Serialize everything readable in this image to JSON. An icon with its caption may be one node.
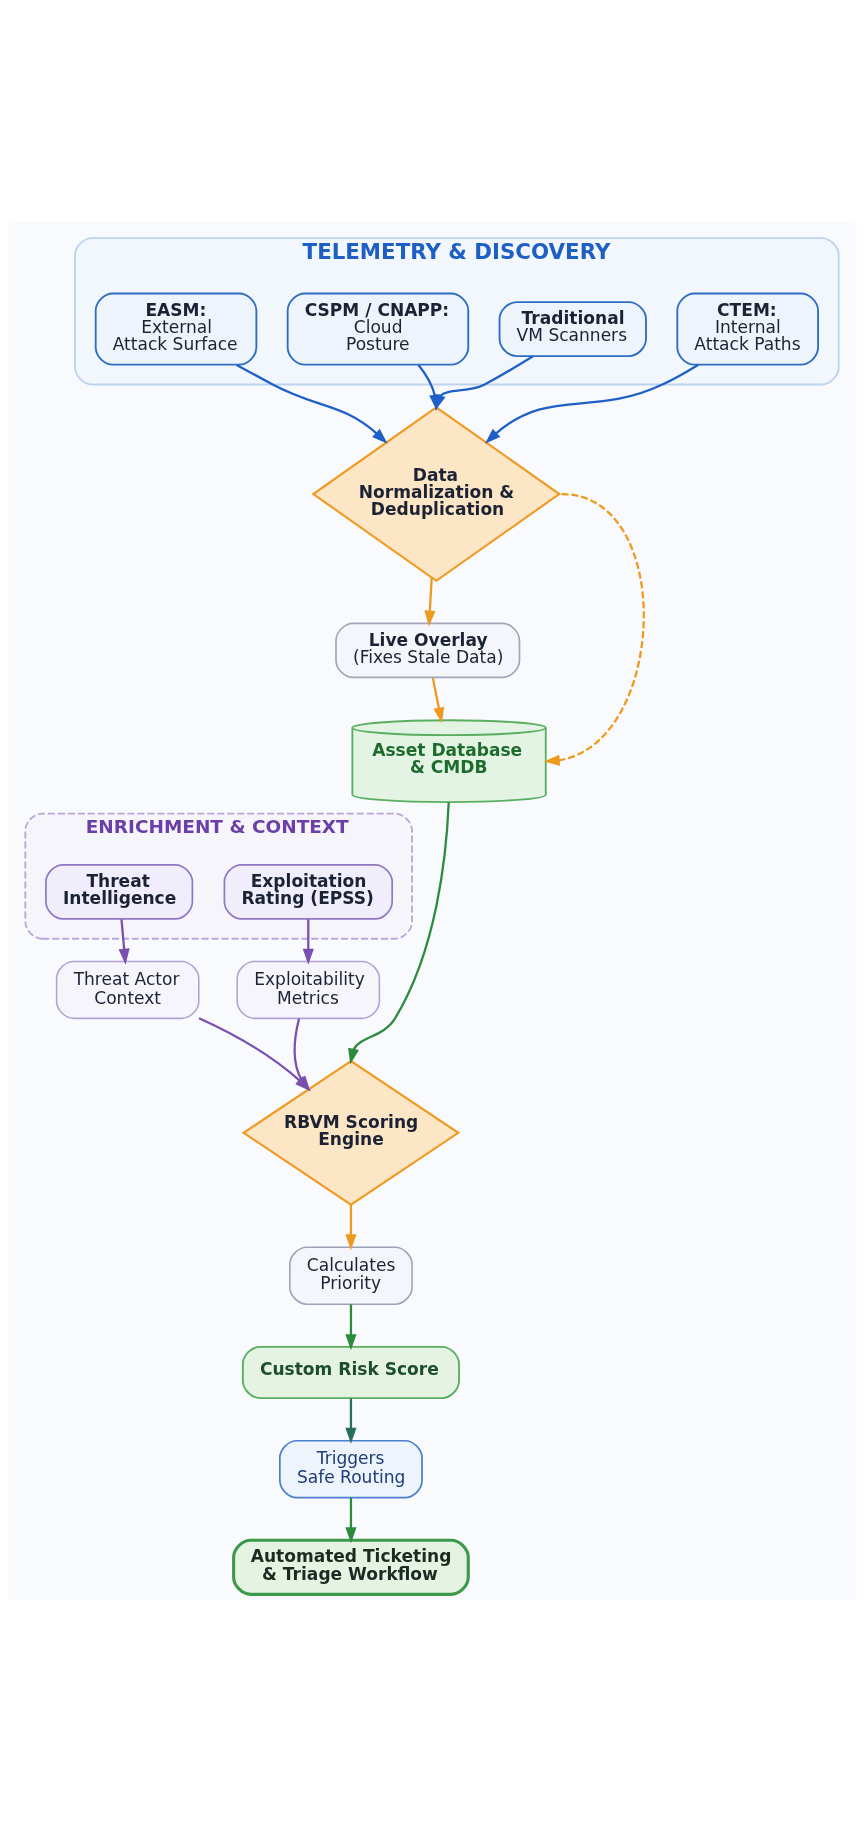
{
  "diagram": {
    "nodes": [
      {
        "text": [
          "TELEMETRY & DISCOVERY"
        ]
      },
      {
        "text": [
          "EASM:",
          "External Attack Surface"
        ],
        "in": 0
      },
      {
        "text": [
          "CSPM / CNAPP:",
          "Cloud Posture"
        ],
        "in": 0
      },
      {
        "text": [
          "Traditional",
          "VM Scanners"
        ],
        "in": 0
      },
      {
        "text": [
          "CTEM:",
          "Internal Attack Paths"
        ],
        "in": 0
      },
      {
        "text": [
          "Data Normalization & Deduplication"
        ]
      },
      {
        "text": [
          "Live Overlay",
          "(Fixes Stale Data)"
        ]
      },
      {
        "text": [
          "Asset Database & CMDB"
        ]
      },
      {
        "text": [
          "ENRICHMENT & CONTEXT"
        ]
      },
      {
        "text": [
          "Threat Intelligence"
        ],
        "in": 8
      },
      {
        "text": [
          "Exploitation Rating (EPSS)"
        ],
        "in": 8
      },
      {
        "text": [
          "Threat Actor Context"
        ]
      },
      {
        "text": [
          "Exploitability Metrics"
        ]
      },
      {
        "text": [
          "RBVM Scoring Engine"
        ]
      },
      {
        "text": [
          "Calculates Priority"
        ]
      },
      {
        "text": [
          "Custom Risk Score"
        ]
      },
      {
        "text": [
          "Triggers Safe Routing"
        ]
      },
      {
        "text": [
          "Automated Ticketing & Triage Workflow"
        ]
      }
    ],
    "edges": [
      {
        "from": 1,
        "to": 5,
        "arrow": "to",
        "color": "#1f5fc8"
      },
      {
        "from": 2,
        "to": 5,
        "arrow": "to",
        "color": "#1f5fc8"
      },
      {
        "from": 3,
        "to": 5,
        "arrow": "to",
        "color": "#1f5fc8"
      },
      {
        "from": 4,
        "to": 5,
        "arrow": "to",
        "color": "#1f5fc8"
      },
      {
        "from": 5,
        "to": 6,
        "arrow": "to",
        "color": "#ee9a1e"
      },
      {
        "from": 6,
        "to": 7,
        "arrow": "to",
        "color": "#ee9a1e"
      },
      {
        "from": 5,
        "to": 7,
        "arrow": "to",
        "style": "dashed",
        "color": "#ee9a1e"
      },
      {
        "from": 7,
        "to": 13,
        "arrow": "to",
        "color": "#2e8b3e"
      },
      {
        "from": 9,
        "to": 11,
        "arrow": "to",
        "color": "#7a4fb0"
      },
      {
        "from": 10,
        "to": 12,
        "arrow": "to",
        "color": "#7a4fb0"
      },
      {
        "from": 11,
        "to": 13,
        "arrow": "to",
        "color": "#7a4fb0"
      },
      {
        "from": 12,
        "to": 13,
        "arrow": "to",
        "color": "#7a4fb0"
      },
      {
        "from": 13,
        "to": 14,
        "arrow": "to",
        "color": "#ee9a1e"
      },
      {
        "from": 14,
        "to": 15,
        "arrow": "to",
        "color": "#2e8b3e"
      },
      {
        "from": 15,
        "to": 16,
        "arrow": "to",
        "color": "#2a6e5e"
      },
      {
        "from": 16,
        "to": 17,
        "arrow": "to",
        "color": "#2e8b3e"
      }
    ]
  }
}
